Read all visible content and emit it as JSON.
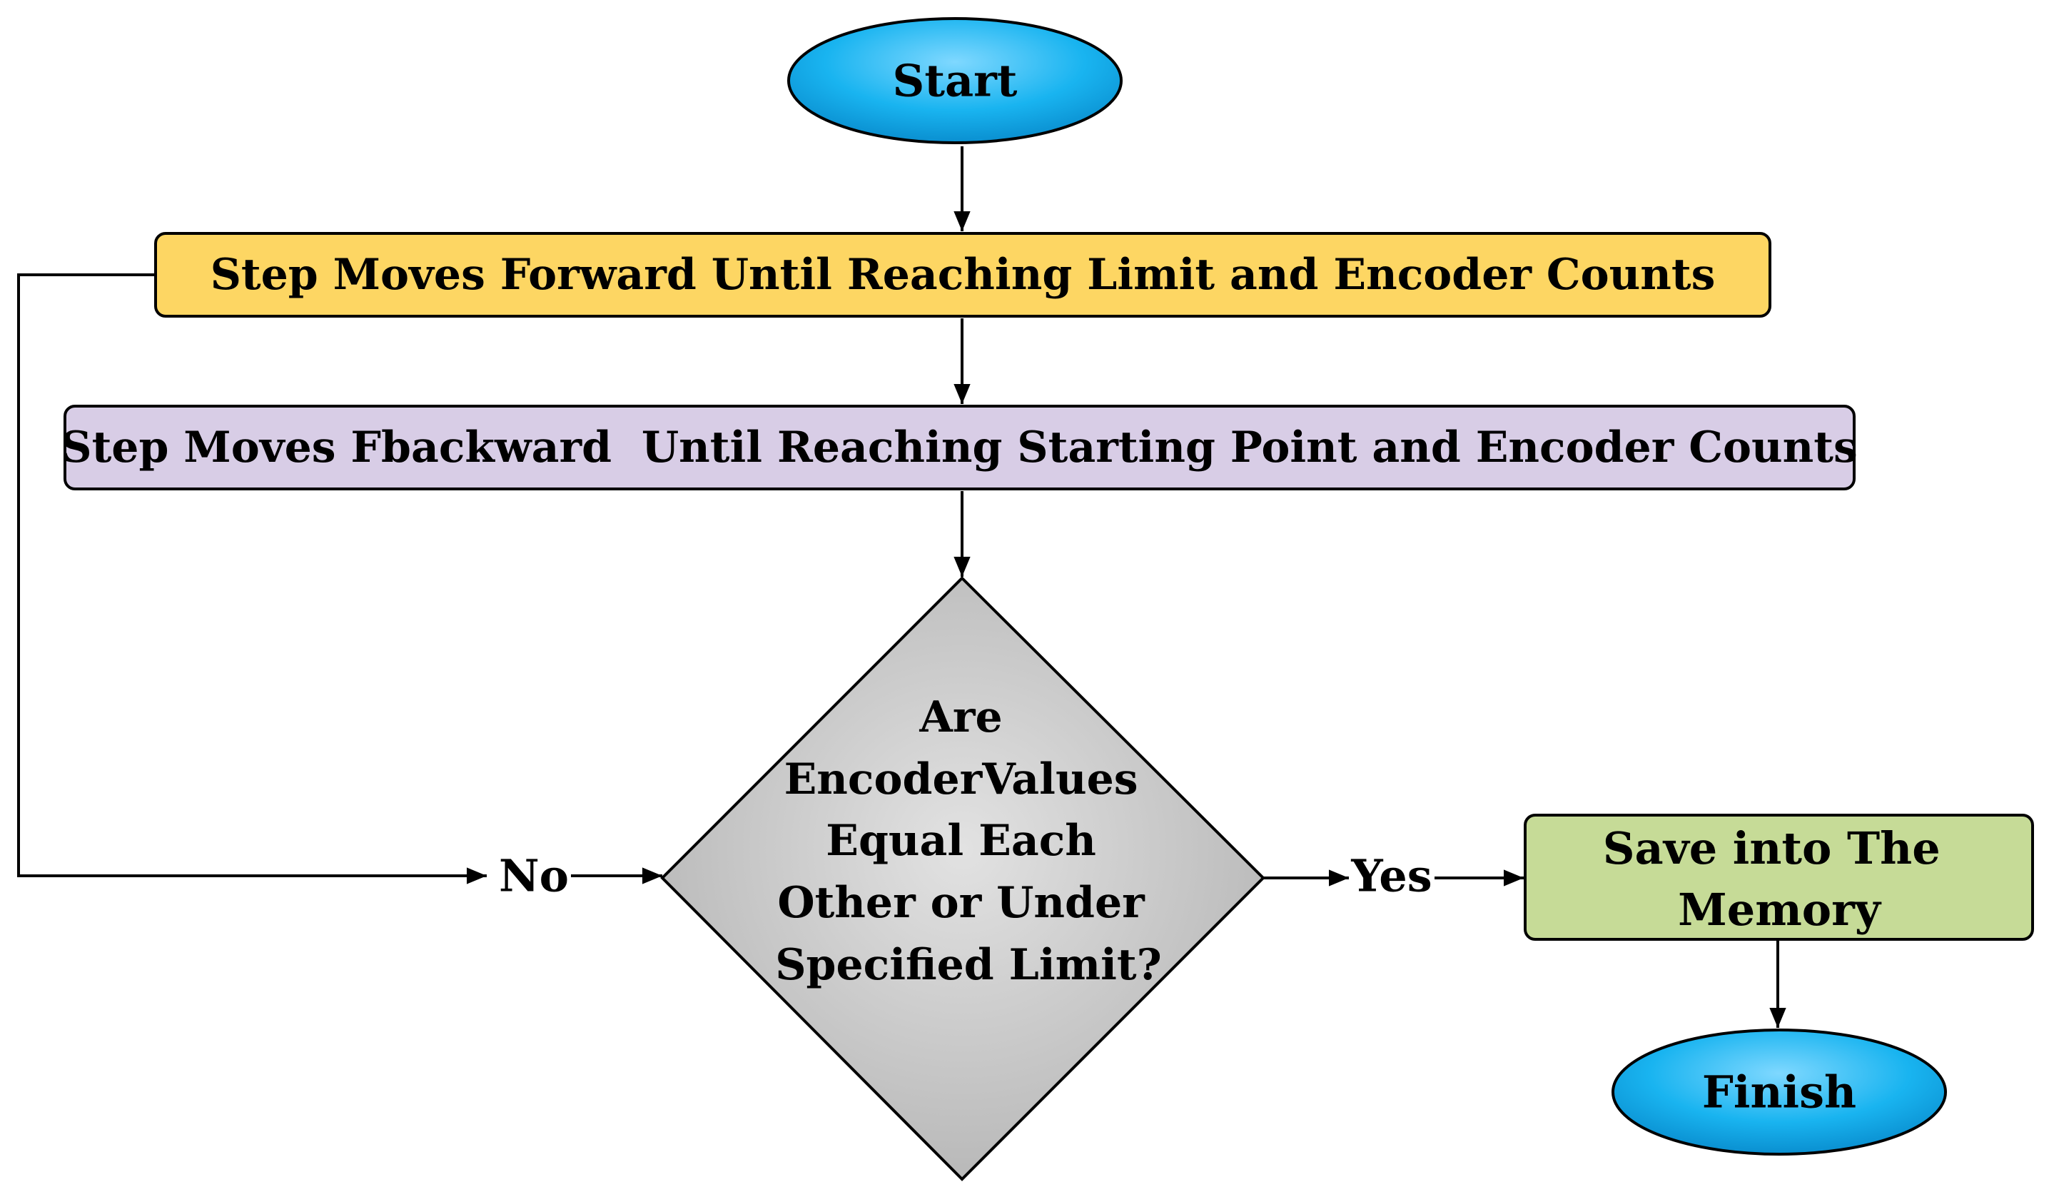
{
  "nodes": {
    "start": {
      "label": "Start"
    },
    "step_forward": {
      "label": "Step Moves Forward Until Reaching Limit and Encoder Counts"
    },
    "step_backward": {
      "label": "Step Moves Fbackward  Until Reaching Starting Point and Encoder Counts"
    },
    "decision": {
      "lines": [
        "Are",
        "EncoderValues",
        "Equal Each",
        "Other or Under",
        "Specified Limit?"
      ]
    },
    "save": {
      "lines": [
        "Save into The",
        "Memory"
      ]
    },
    "finish": {
      "label": "Finish"
    }
  },
  "edges": {
    "no_label": "No",
    "yes_label": "Yes"
  },
  "colors": {
    "terminal": "#19a6e6",
    "forward_box": "#fdd663",
    "backward_box": "#d8cde6",
    "decision": "#c4c4c4",
    "save_box": "#c6db97",
    "stroke": "#000000"
  }
}
